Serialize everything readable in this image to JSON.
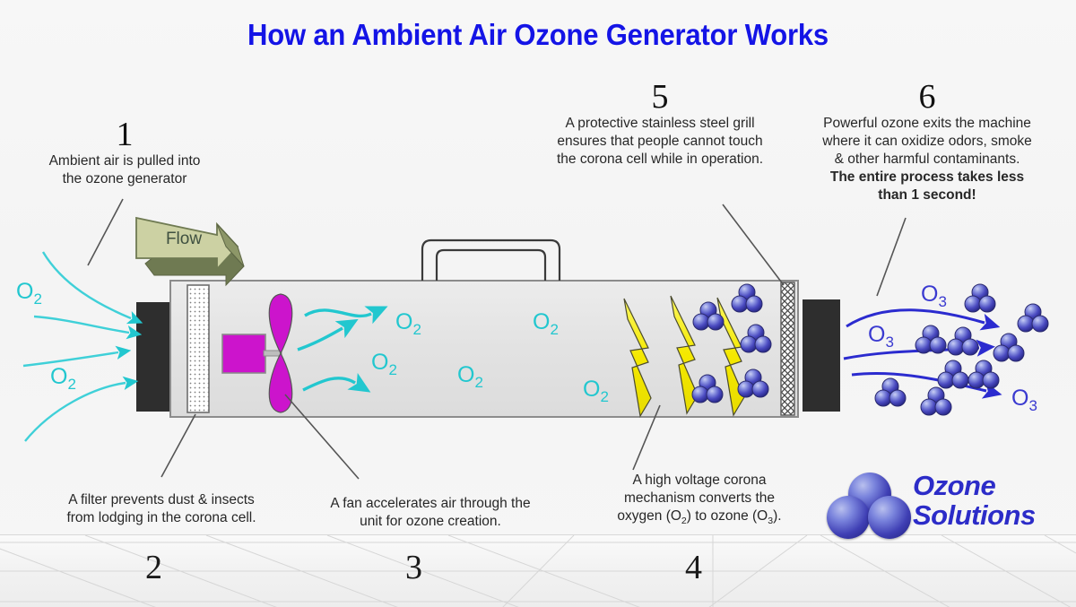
{
  "title": "How an Ambient Air Ozone Generator Works",
  "callouts": [
    {
      "number": "1",
      "lines": [
        "Ambient air is pulled into",
        "the ozone generator"
      ],
      "bold_lines": []
    },
    {
      "number": "5",
      "lines": [
        "A protective stainless steel grill",
        "ensures that people cannot touch",
        "the corona cell while in operation."
      ],
      "bold_lines": []
    },
    {
      "number": "6",
      "lines": [
        "Powerful ozone exits the machine",
        "where it can oxidize odors, smoke",
        "& other harmful contaminants.",
        "The entire process takes less",
        "than 1 second!"
      ],
      "bold_lines": [
        "The entire process takes less",
        "than 1 second!"
      ]
    }
  ],
  "captions": [
    {
      "lines": [
        "A filter prevents dust & insects",
        "from lodging in the corona cell."
      ]
    },
    {
      "lines": [
        "A fan accelerates air through the",
        "unit for ozone creation."
      ]
    },
    {
      "lines": [
        "A high voltage corona",
        "mechanism converts the",
        "oxygen (O2) to ozone (O3)."
      ]
    }
  ],
  "floor_numbers": [
    "2",
    "3",
    "4"
  ],
  "flow_label": "Flow",
  "molecule_labels": {
    "oxygen": "O2",
    "ozone": "O3"
  },
  "oxygen_label_count_inside": 5,
  "oxygen_label_count_outside": 2,
  "ozone_label_count": 3,
  "logo": {
    "line1": "Ozone",
    "line2": "Solutions"
  },
  "colors": {
    "title_blue": "#1414e6",
    "oxygen_cyan": "#22c7cf",
    "ozone_blue": "#3a3ad0",
    "fan_magenta": "#cc14cc",
    "lightning_yellow": "#f5ea13",
    "flow_arrow": "#ccd1a3",
    "flow_arrow_dark": "#6f7a52",
    "machine_body": "#e3e3e3",
    "intake_block": "#2e2e2e",
    "background": "#f5f5f5"
  }
}
